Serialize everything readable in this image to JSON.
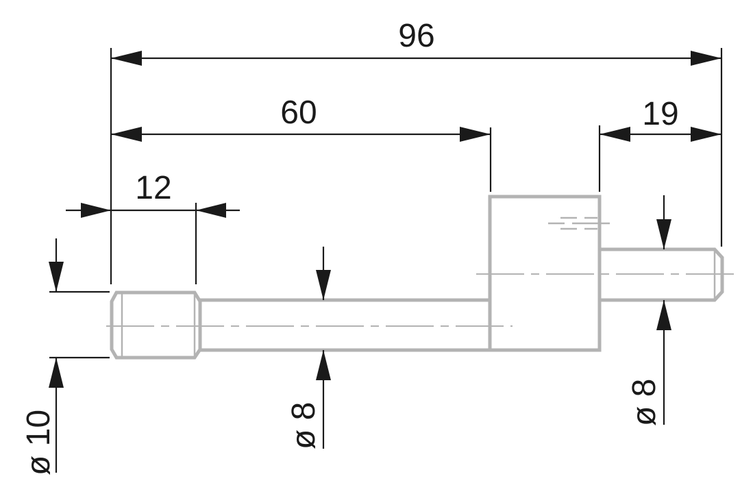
{
  "dimensions": {
    "overall_length": "96",
    "length_to_collar": "60",
    "tip_length": "12",
    "pin_length": "19",
    "dia_tip": "ø 10",
    "dia_shaft": "ø 8",
    "dia_pin": "ø 8"
  }
}
